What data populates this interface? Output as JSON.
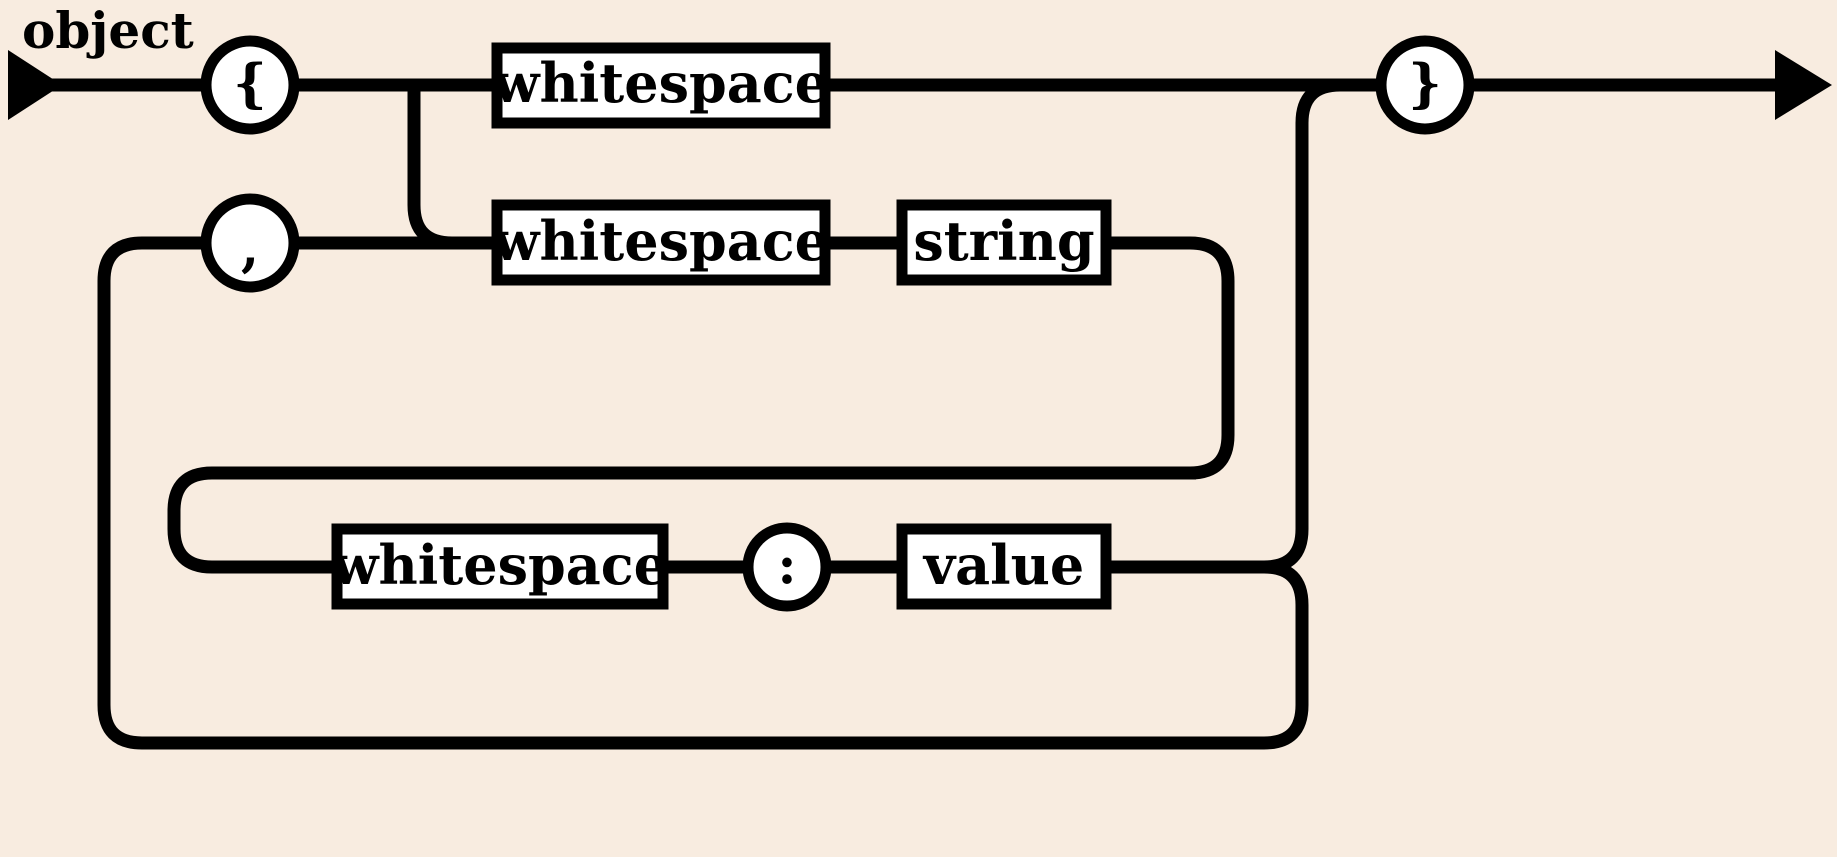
{
  "diagram": {
    "kind": "railroad-syntax-diagram",
    "title": "object",
    "background_color": "#f8ece0",
    "line_color": "#000000",
    "box_fill": "#ffffff",
    "nodes": {
      "open_brace": "{",
      "close_brace": "}",
      "comma": ",",
      "colon": ":",
      "whitespace_1": "whitespace",
      "whitespace_2": "whitespace",
      "whitespace_3": "whitespace",
      "string": "string",
      "value": "value"
    },
    "rows": [
      {
        "id": "row-empty-object",
        "items": [
          "{",
          "whitespace",
          "}"
        ]
      },
      {
        "id": "row-member-key",
        "items": [
          ",",
          "whitespace",
          "string"
        ]
      },
      {
        "id": "row-member-value",
        "items": [
          "whitespace",
          ":",
          "value"
        ]
      }
    ],
    "grammar": "object -> '{' whitespace '}' | '{' ( whitespace string whitespace ':' value )  ( ',' whitespace string whitespace ':' value )* '}'"
  }
}
